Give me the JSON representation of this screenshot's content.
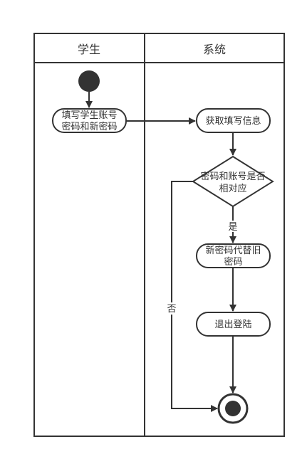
{
  "lanes": [
    {
      "title": "学生"
    },
    {
      "title": "系统"
    }
  ],
  "nodes": {
    "fill_account": {
      "lines": [
        "填写学生账号",
        "密码和新密码"
      ]
    },
    "get_info": {
      "lines": [
        "获取填写信息"
      ]
    },
    "decision": {
      "lines": [
        "密码和账号是否",
        "相对应"
      ]
    },
    "replace_pwd": {
      "lines": [
        "新密码代替旧",
        "密码"
      ]
    },
    "logout": {
      "lines": [
        "退出登陆"
      ]
    }
  },
  "edges": {
    "yes_label": "是",
    "no_label": "否"
  }
}
